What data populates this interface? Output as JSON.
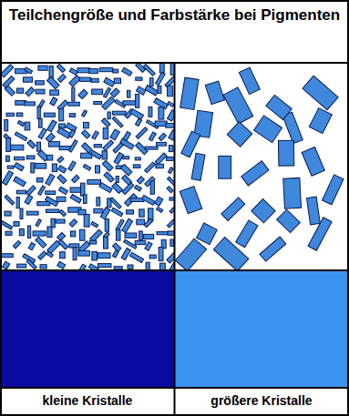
{
  "diagram": {
    "title": "Teilchengröße und Farbstärke bei Pigmenten",
    "labels": [
      "kleine Kristalle",
      "größere Kristalle"
    ]
  }
}
